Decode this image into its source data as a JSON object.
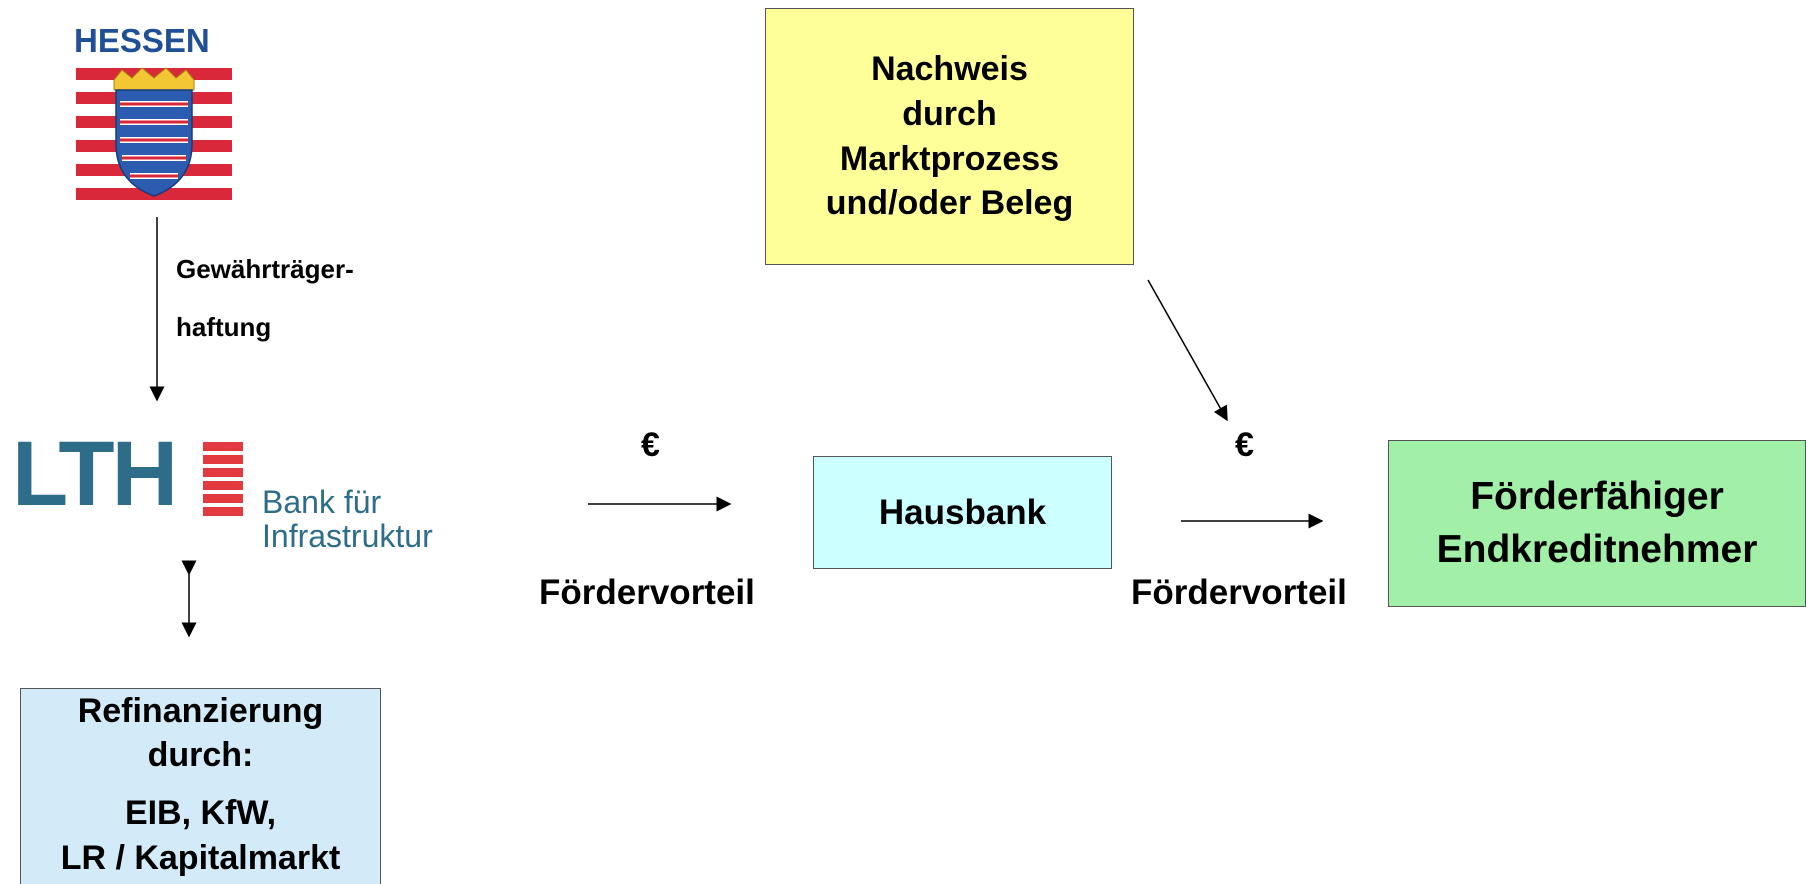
{
  "colors": {
    "hessen_blue": "#1f4f96",
    "hessen_red": "#d8283a",
    "lth_blue": "#2e6d8a",
    "lth_red": "#e23a3f",
    "nachweis_fill": "#ffff99",
    "hausbank_fill": "#ccffff",
    "endkredit_fill": "#a2f0a8",
    "refinanz_fill": "#d3ebf8"
  },
  "logos": {
    "hessen": {
      "name": "HESSEN"
    },
    "lth": {
      "letters": "LTH",
      "subtitle_line1": "Bank für",
      "subtitle_line2": "Infrastruktur"
    }
  },
  "labels": {
    "gewaehr_line1": "Gewährträger-",
    "gewaehr_line2": "haftung",
    "euro_left": "€",
    "euro_right": "€",
    "foerdervorteil_left": "Fördervorteil",
    "foerdervorteil_right": "Fördervorteil"
  },
  "boxes": {
    "nachweis": {
      "lines": [
        "Nachweis",
        "durch",
        "Marktprozess",
        "und/oder Beleg"
      ]
    },
    "hausbank": {
      "label": "Hausbank"
    },
    "endkredit": {
      "lines": [
        "Förderfähiger",
        "Endkreditnehmer"
      ]
    },
    "refinanz": {
      "line1": "Refinanzierung",
      "line2": "durch:",
      "line3": "EIB, KfW,",
      "line4": "LR / Kapitalmarkt"
    }
  }
}
